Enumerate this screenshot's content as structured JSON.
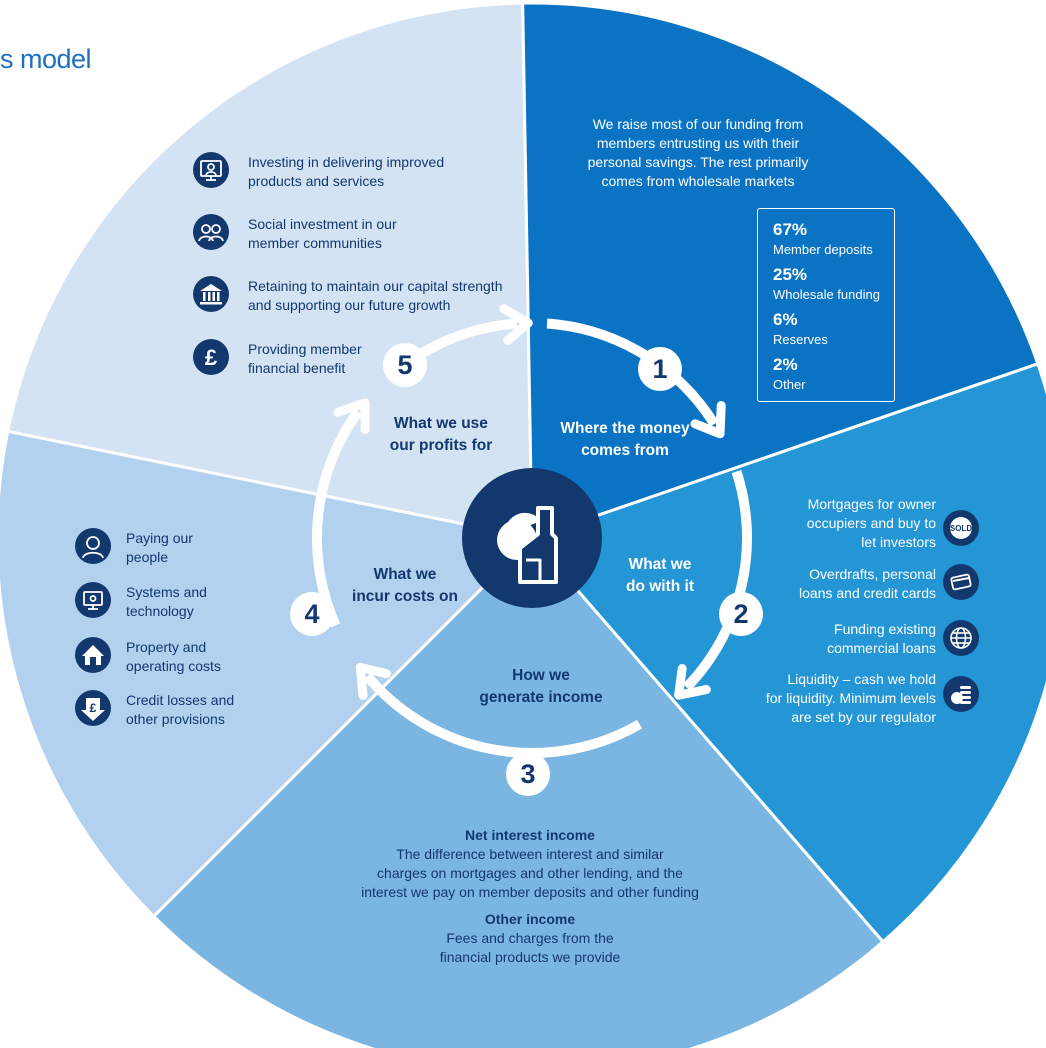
{
  "title": "s model",
  "sectors": [
    {
      "name": "use-profits",
      "color": "#d3e3f3"
    },
    {
      "name": "where-money",
      "color": "#0b73c4"
    },
    {
      "name": "do-with-it",
      "color": "#2496d6"
    },
    {
      "name": "generate-income",
      "color": "#7bb6e2"
    },
    {
      "name": "incur-costs",
      "color": "#b2d1ee"
    }
  ],
  "colors": {
    "navy": "#13386e",
    "arrow": "#ffffff"
  },
  "center": {
    "icon": "house-and-piggy-icon"
  },
  "steps": [
    {
      "number": "1",
      "label": [
        "Where the money",
        "comes from"
      ]
    },
    {
      "number": "2",
      "label": [
        "What we",
        "do with it"
      ]
    },
    {
      "number": "3",
      "label": [
        "How we",
        "generate income"
      ]
    },
    {
      "number": "4",
      "label": [
        "What we",
        "incur costs on"
      ]
    },
    {
      "number": "5",
      "label": [
        "What we use",
        "our profits for"
      ]
    }
  ],
  "section1": {
    "intro": [
      "We raise most of our funding from",
      "members entrusting us with their",
      "personal savings. The rest primarily",
      "comes from wholesale markets"
    ],
    "funding": [
      {
        "pct": "67%",
        "label": "Member deposits"
      },
      {
        "pct": "25%",
        "label": "Wholesale funding"
      },
      {
        "pct": "6%",
        "label": "Reserves"
      },
      {
        "pct": "2%",
        "label": "Other"
      }
    ]
  },
  "section2": [
    {
      "lines": [
        "Mortgages for owner",
        "occupiers and buy to",
        "let investors"
      ],
      "icon": "sold-sign-icon",
      "icon_text": "SOLD"
    },
    {
      "lines": [
        "Overdrafts, personal",
        "loans and credit cards"
      ],
      "icon": "credit-card-icon"
    },
    {
      "lines": [
        "Funding existing",
        "commercial loans"
      ],
      "icon": "globe-icon"
    },
    {
      "lines": [
        "Liquidity – cash we hold",
        "for liquidity. Minimum levels",
        "are set by our regulator"
      ],
      "icon": "coins-icon"
    }
  ],
  "section3": {
    "net_heading": "Net interest income",
    "net_lines": [
      "The difference between interest and similar",
      "charges on mortgages and other lending, and the",
      "interest we pay on member deposits and other funding"
    ],
    "other_heading": "Other income",
    "other_lines": [
      "Fees and charges from the",
      "financial products we provide"
    ]
  },
  "section4": [
    {
      "lines": [
        "Paying our",
        "people"
      ],
      "icon": "person-icon"
    },
    {
      "lines": [
        "Systems and",
        "technology"
      ],
      "icon": "computer-gears-icon"
    },
    {
      "lines": [
        "Property and",
        "operating costs"
      ],
      "icon": "house-icon"
    },
    {
      "lines": [
        "Credit losses and",
        "other provisions"
      ],
      "icon": "pound-down-arrow-icon",
      "icon_text": "£"
    }
  ],
  "section5": [
    {
      "lines": [
        "Investing in delivering improved",
        "products and services"
      ],
      "icon": "monitor-person-icon"
    },
    {
      "lines": [
        "Social investment in our",
        "member communities"
      ],
      "icon": "people-icon"
    },
    {
      "lines": [
        "Retaining to maintain our capital strength",
        "and supporting our future growth"
      ],
      "icon": "bank-icon"
    },
    {
      "lines": [
        "Providing member",
        "financial benefit"
      ],
      "icon": "pound-icon",
      "icon_text": "£"
    }
  ]
}
